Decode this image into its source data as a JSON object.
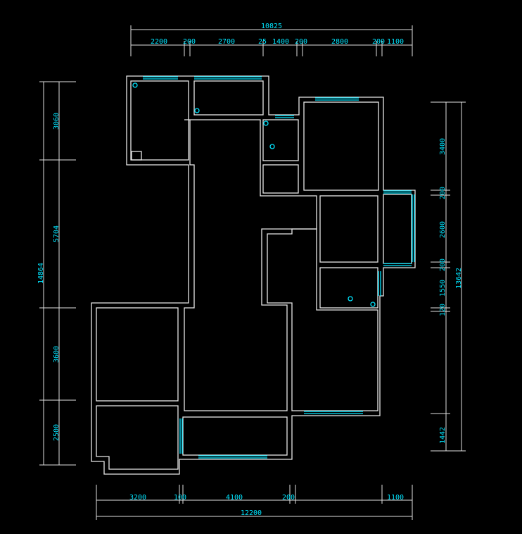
{
  "dimensions": {
    "top_total": "10825",
    "top": [
      "2200",
      "200",
      "2700",
      "25",
      "1400",
      "200",
      "2800",
      "200",
      "1100"
    ],
    "left_total": "14864",
    "left": [
      "3060",
      "5704",
      "3600",
      "2500"
    ],
    "right_total": "13642",
    "right": [
      "3400",
      "200",
      "2600",
      "200",
      "1550",
      "120",
      "1442"
    ],
    "bottom_total": "12200",
    "bottom": [
      "3200",
      "100",
      "4100",
      "200",
      "1100"
    ]
  },
  "colors": {
    "wall": "#e8e8e8",
    "window": "#00e5ff",
    "text": "#00e5ff",
    "background": "#000000"
  }
}
